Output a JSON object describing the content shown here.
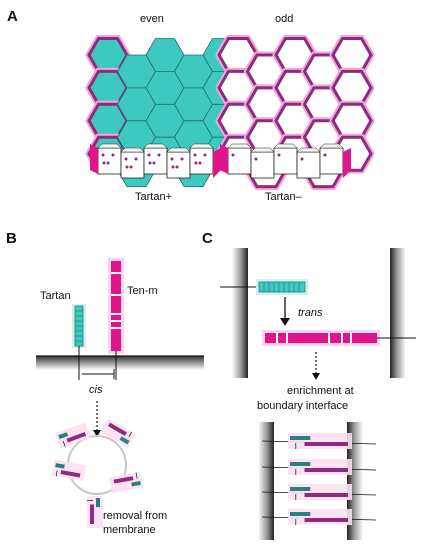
{
  "panels": {
    "a": {
      "letter": "A",
      "even_label": "even",
      "odd_label": "odd",
      "tartan_plus": "Tartan+",
      "tartan_minus": "Tartan–"
    },
    "b": {
      "letter": "B",
      "tartan_label": "Tartan",
      "tenm_label": "Ten-m",
      "cis_label": "cis",
      "removal_line1": "removal from",
      "removal_line2": "membrane"
    },
    "c": {
      "letter": "C",
      "trans_label": "trans",
      "enrich_line1": "enrichment at",
      "enrich_line2": "boundary interface"
    }
  },
  "colors": {
    "teal": "#3ec9c0",
    "teal_dark": "#2a7f80",
    "magenta": "#e0158c",
    "purple": "#8e2b80",
    "magenta_glow": "#f4a6d8"
  }
}
